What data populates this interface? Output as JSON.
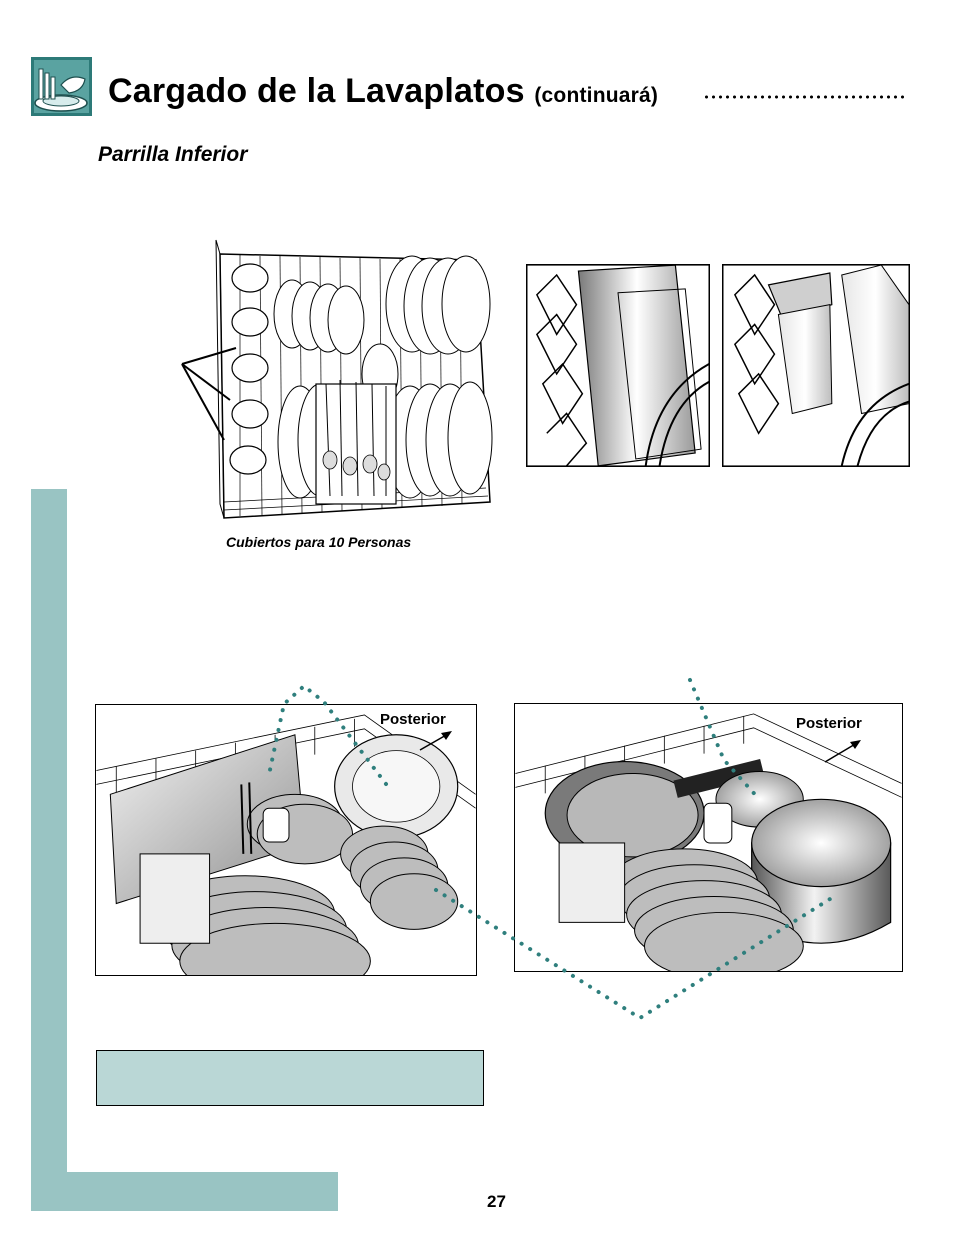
{
  "header": {
    "title": "Cargado de la Lavaplatos",
    "title_suffix": "(continuará)",
    "logo_icon": "dishes-logo-icon"
  },
  "section": {
    "title": "Parrilla Inferior"
  },
  "figures": {
    "top_caption": "Cubiertos para 10 Personas",
    "rack_left_direction_label": "Posterior",
    "rack_right_direction_label": "Posterior"
  },
  "footer": {
    "page_number": "27"
  },
  "colors": {
    "accent_teal": "#99c4c3",
    "note_box_fill": "#bad7d6",
    "dotted_leader": "#2f7f7d"
  }
}
